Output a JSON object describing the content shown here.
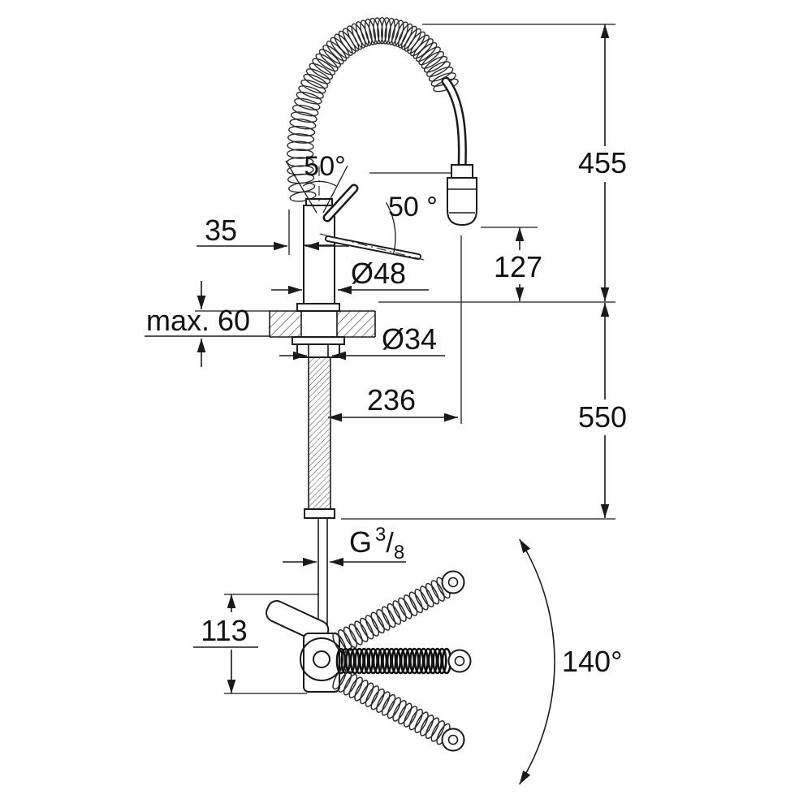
{
  "dims": {
    "total_height": "455",
    "outlet_height": "127",
    "under_counter": "550",
    "lever_offset": "35",
    "deck_max": "max. 60",
    "body_diameter": "Ø48",
    "shank_diameter": "Ø34",
    "reach": "236",
    "lever_angle_front": "50°",
    "lever_angle_side": "50 °",
    "base_depth": "113",
    "swivel_range": "140°",
    "thread": {
      "g": "G",
      "sup": "3",
      "slash": "/",
      "sub": "8"
    }
  },
  "colors": {
    "line": "#1a1a1a",
    "background": "#ffffff"
  }
}
